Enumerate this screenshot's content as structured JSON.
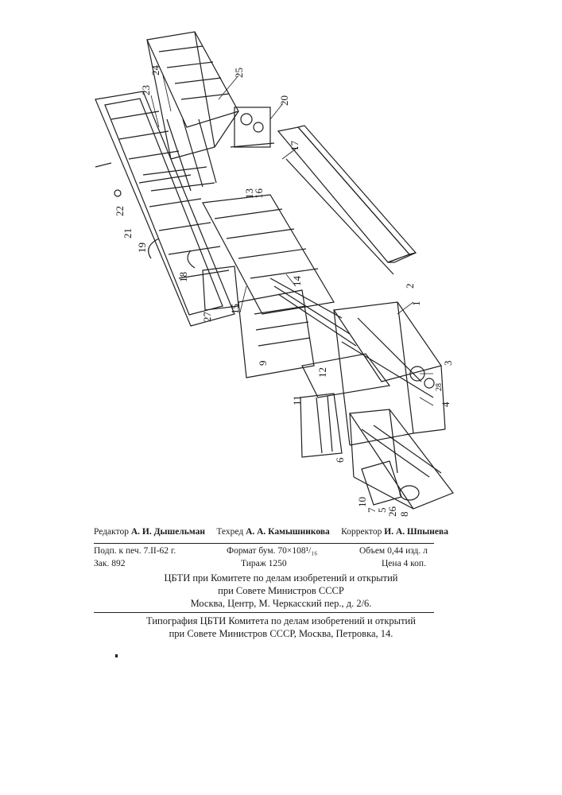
{
  "drawing_labels": [
    "24",
    "23",
    "25",
    "20",
    "17",
    "22",
    "21",
    "19",
    "18",
    "27",
    "15",
    "13",
    "16",
    "14",
    "9",
    "12",
    "11",
    "6",
    "10",
    "7",
    "5",
    "26",
    "8",
    "3",
    "28",
    "4",
    "1",
    "2"
  ],
  "imprint": {
    "editor_label": "Редактор",
    "editor_name": "А. И. Дышельман",
    "techred_label": "Техред",
    "techred_name": "А. А. Камышникова",
    "corrector_label": "Корректор",
    "corrector_name": "И. А. Шпынева",
    "signed": "Подп. к печ. 7.II-62 г.",
    "format": "Формат бум. 70×108¹/₁₆",
    "volume": "Объем 0,44 изд. л",
    "order": "Зак. 892",
    "print_run": "Тираж 1250",
    "price": "Цена 4 коп.",
    "cbti_line1": "ЦБТИ при Комитете по делам изобретений и открытий",
    "cbti_line2": "при Совете Министров СССР",
    "cbti_line3": "Москва, Центр, М. Черкасский пер., д. 2/6.",
    "typo_line1": "Типография ЦБТИ Комитета по делам изобретений и открытий",
    "typo_line2": "при Совете Министров СССР, Москва, Петровка, 14."
  }
}
